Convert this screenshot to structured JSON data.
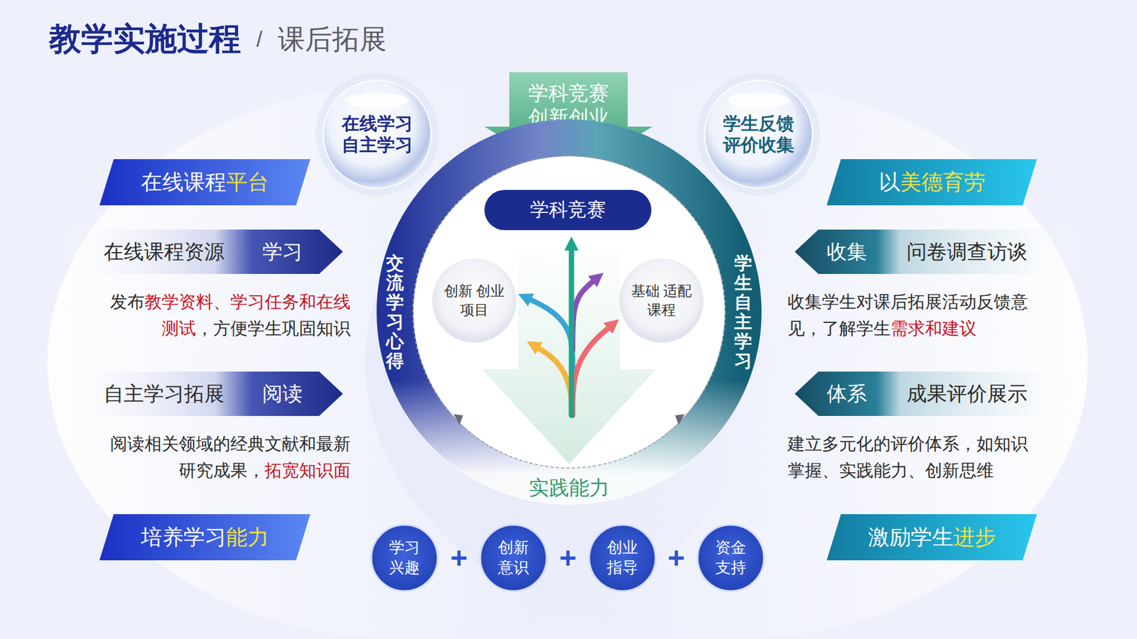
{
  "diagram": {
    "title": "教学实施过程",
    "nodes": [
      {
        "text": [
          "在线学习 自主学习"
        ]
      },
      {
        "text": [
          "在线课程",
          "平台"
        ]
      },
      {
        "text": [
          "在线课程资源",
          "学习"
        ]
      },
      {
        "text": [
          "自主学习拓展",
          "阅读"
        ]
      },
      {
        "text": [
          "培养学习",
          "能力"
        ]
      },
      {
        "text": [
          "学科竞赛 创新创业"
        ]
      },
      {
        "text": [
          "交流学习心得",
          "学生自主学习",
          "实践能力"
        ]
      },
      {
        "text": [
          "学科竞赛"
        ],
        "in": 6
      },
      {
        "text": [
          "创新 创业项目"
        ],
        "in": 6
      },
      {
        "text": [
          "基础 适配课程"
        ],
        "in": 6
      },
      {
        "text": [
          "学生反馈 评价收集"
        ]
      },
      {
        "text": [
          "以",
          "美德育劳"
        ]
      },
      {
        "text": [
          "收集",
          "问卷调查访谈"
        ]
      },
      {
        "text": [
          "体系",
          "成果评价展示"
        ]
      },
      {
        "text": [
          "激励学生",
          "进步"
        ]
      },
      {
        "text": [
          "学习 兴趣"
        ]
      },
      {
        "text": [
          "创新 意识"
        ]
      },
      {
        "text": [
          "创业 指导"
        ]
      },
      {
        "text": [
          "资金 支持"
        ]
      }
    ],
    "labels": [
      "/",
      "课后拓展",
      "发布",
      "教学资料、学习任务和在线测试",
      "，方便学生巩固知识",
      "阅读相关领域的经典文献和最新研究成果，",
      "拓宽知识面",
      "收集学生对课后拓展活动反馈意见，了解学生",
      "需求和建议",
      "建立多元化的评价体系，如知识掌握、实践能力、创新思维",
      "+",
      "+",
      "+"
    ]
  }
}
